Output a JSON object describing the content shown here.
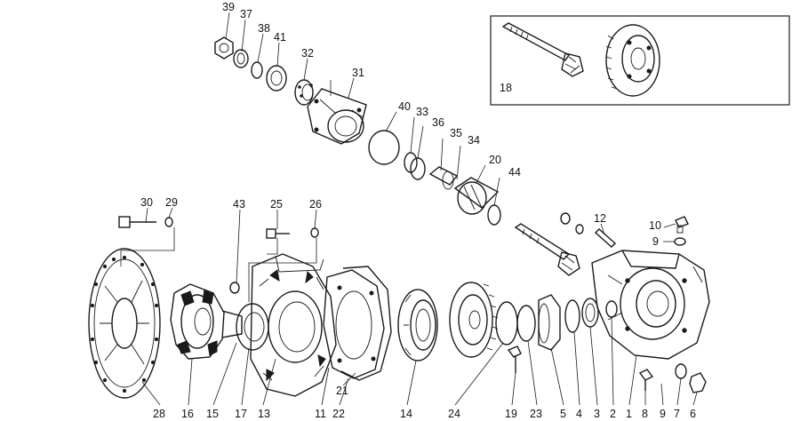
{
  "callouts": [
    {
      "id": "p39",
      "label": "39"
    },
    {
      "id": "p37",
      "label": "37"
    },
    {
      "id": "p38",
      "label": "38"
    },
    {
      "id": "p41",
      "label": "41"
    },
    {
      "id": "p32",
      "label": "32"
    },
    {
      "id": "p31",
      "label": "31"
    },
    {
      "id": "p40",
      "label": "40"
    },
    {
      "id": "p33",
      "label": "33"
    },
    {
      "id": "p36",
      "label": "36"
    },
    {
      "id": "p35",
      "label": "35"
    },
    {
      "id": "p34",
      "label": "34"
    },
    {
      "id": "p20",
      "label": "20"
    },
    {
      "id": "p44",
      "label": "44"
    },
    {
      "id": "p12",
      "label": "12"
    },
    {
      "id": "p10",
      "label": "10"
    },
    {
      "id": "p9a",
      "label": "9"
    },
    {
      "id": "p30",
      "label": "30"
    },
    {
      "id": "p29",
      "label": "29"
    },
    {
      "id": "p43",
      "label": "43"
    },
    {
      "id": "p25",
      "label": "25"
    },
    {
      "id": "p26",
      "label": "26"
    },
    {
      "id": "p28",
      "label": "28"
    },
    {
      "id": "p16",
      "label": "16"
    },
    {
      "id": "p15",
      "label": "15"
    },
    {
      "id": "p17",
      "label": "17"
    },
    {
      "id": "p13",
      "label": "13"
    },
    {
      "id": "p11",
      "label": "11"
    },
    {
      "id": "p22",
      "label": "22"
    },
    {
      "id": "p21",
      "label": "21"
    },
    {
      "id": "p14",
      "label": "14"
    },
    {
      "id": "p24",
      "label": "24"
    },
    {
      "id": "p19",
      "label": "19"
    },
    {
      "id": "p23",
      "label": "23"
    },
    {
      "id": "p5",
      "label": "5"
    },
    {
      "id": "p4",
      "label": "4"
    },
    {
      "id": "p3",
      "label": "3"
    },
    {
      "id": "p2",
      "label": "2"
    },
    {
      "id": "p1",
      "label": "1"
    },
    {
      "id": "p8",
      "label": "8"
    },
    {
      "id": "p9b",
      "label": "9"
    },
    {
      "id": "p7",
      "label": "7"
    },
    {
      "id": "p6",
      "label": "6"
    }
  ],
  "inset": {
    "label": "18"
  }
}
